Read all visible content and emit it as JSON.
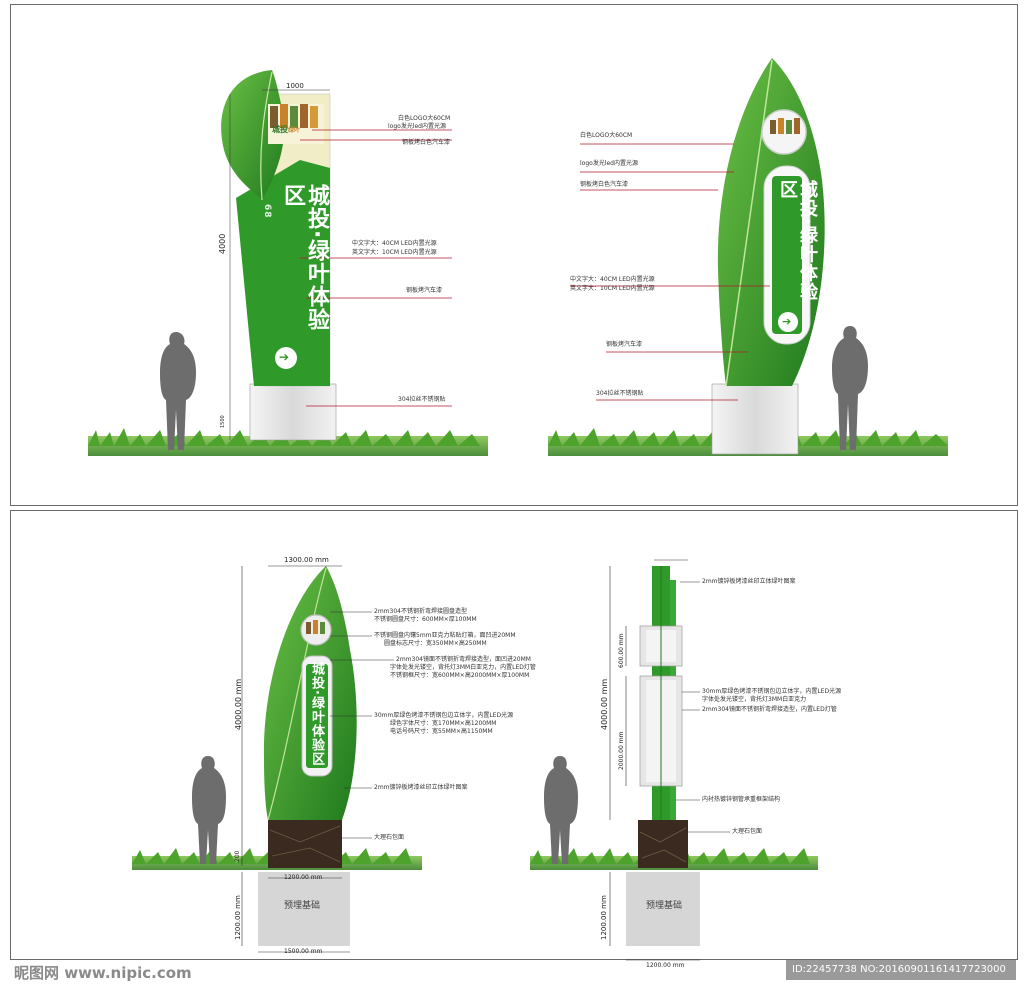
{
  "top_left": {
    "width_dim": "1000",
    "height_dim": "4000",
    "base_dim": "1500",
    "logo_text": "城投",
    "logo_sub": "绿叶",
    "sign_title": "城投·绿叶体验区",
    "phone_partial": "68",
    "arrow": "➔",
    "annotations": [
      "白色LOGO大60CM",
      "logo发光led内置光源",
      "钢板烤白色汽车漆",
      "中文字大：40CM LED内置光源",
      "英文字大：10CM LED内置光源",
      "钢板烤汽车漆",
      "304拉丝不锈钢贴"
    ]
  },
  "top_right": {
    "sign_title": "城投·绿叶体验区",
    "arrow": "➔",
    "annotations": [
      "白色LOGO大60CM",
      "logo发光led内置光源",
      "钢板烤白色汽车漆",
      "中文字大：40CM LED内置光源",
      "英文字大：10CM LED内置光源",
      "钢板烤汽车漆",
      "304拉丝不锈钢贴"
    ]
  },
  "bottom_left": {
    "top_dim": "1300.00 mm",
    "height_dim": "4000.00 mm",
    "base_dim1": "1200.00 mm",
    "foundation_height": "1200.00 mm",
    "foundation_width": "1500.00 mm",
    "foundation_label": "预埋基础",
    "sign_title": "城投·绿叶体验区",
    "annotations": [
      "2mm304不锈钢折弯焊接圆盘造型",
      "不锈钢圆盘尺寸：600MM×厚100MM",
      "不锈钢圆盘内镶5mm亚克力粘贴灯箱，面凹进20MM",
      "圆盘标志尺寸：宽350MM×高250MM",
      "2mm304镜面不锈钢折弯焊接造型，面凹进20MM",
      "字体处发光镂空，背托灯3MM白亚克力，内置LED灯管",
      "不锈钢框尺寸：宽600MM×高2000MM×厚100MM",
      "30mm厚绿色烤漆不锈钢包边立体字，内置LED光源",
      "绿色字体尺寸：宽170MM×高1200MM",
      "电话号码尺寸：宽55MM×高1150MM",
      "2mm镀锌板烤漆丝印立体绿叶图案",
      "大理石包面"
    ]
  },
  "bottom_right": {
    "height_dim": "4000.00 mm",
    "dim_600": "600.00 mm",
    "dim_2000": "2000.00 mm",
    "foundation_height": "1200.00 mm",
    "foundation_width": "1200.00 mm",
    "foundation_label": "预埋基础",
    "annotations": [
      "2mm镀锌板烤漆丝印立体绿叶图案",
      "30mm厚绿色烤漆不锈钢包边立体字，内置LED光源",
      "字体处发光镂空，背托灯3MM白亚克力",
      "2mm304镜面不锈钢折弯焊接造型，内置LED灯管",
      "内衬热镀锌钢管承重框架结构",
      "大理石包面"
    ]
  },
  "watermark_left": "昵图网 www.nipic.com",
  "watermark_right": "ID:22457738 NO:20160901161417723000",
  "colors": {
    "leaf_green": "#2f9a2a",
    "dark_green": "#1f7a1e",
    "cream": "#f1edc6",
    "steel": "#e6e6e6",
    "annotation_line": "#b01c2e",
    "marble": "#3b2a1f",
    "silhouette": "#6d6d6d"
  }
}
